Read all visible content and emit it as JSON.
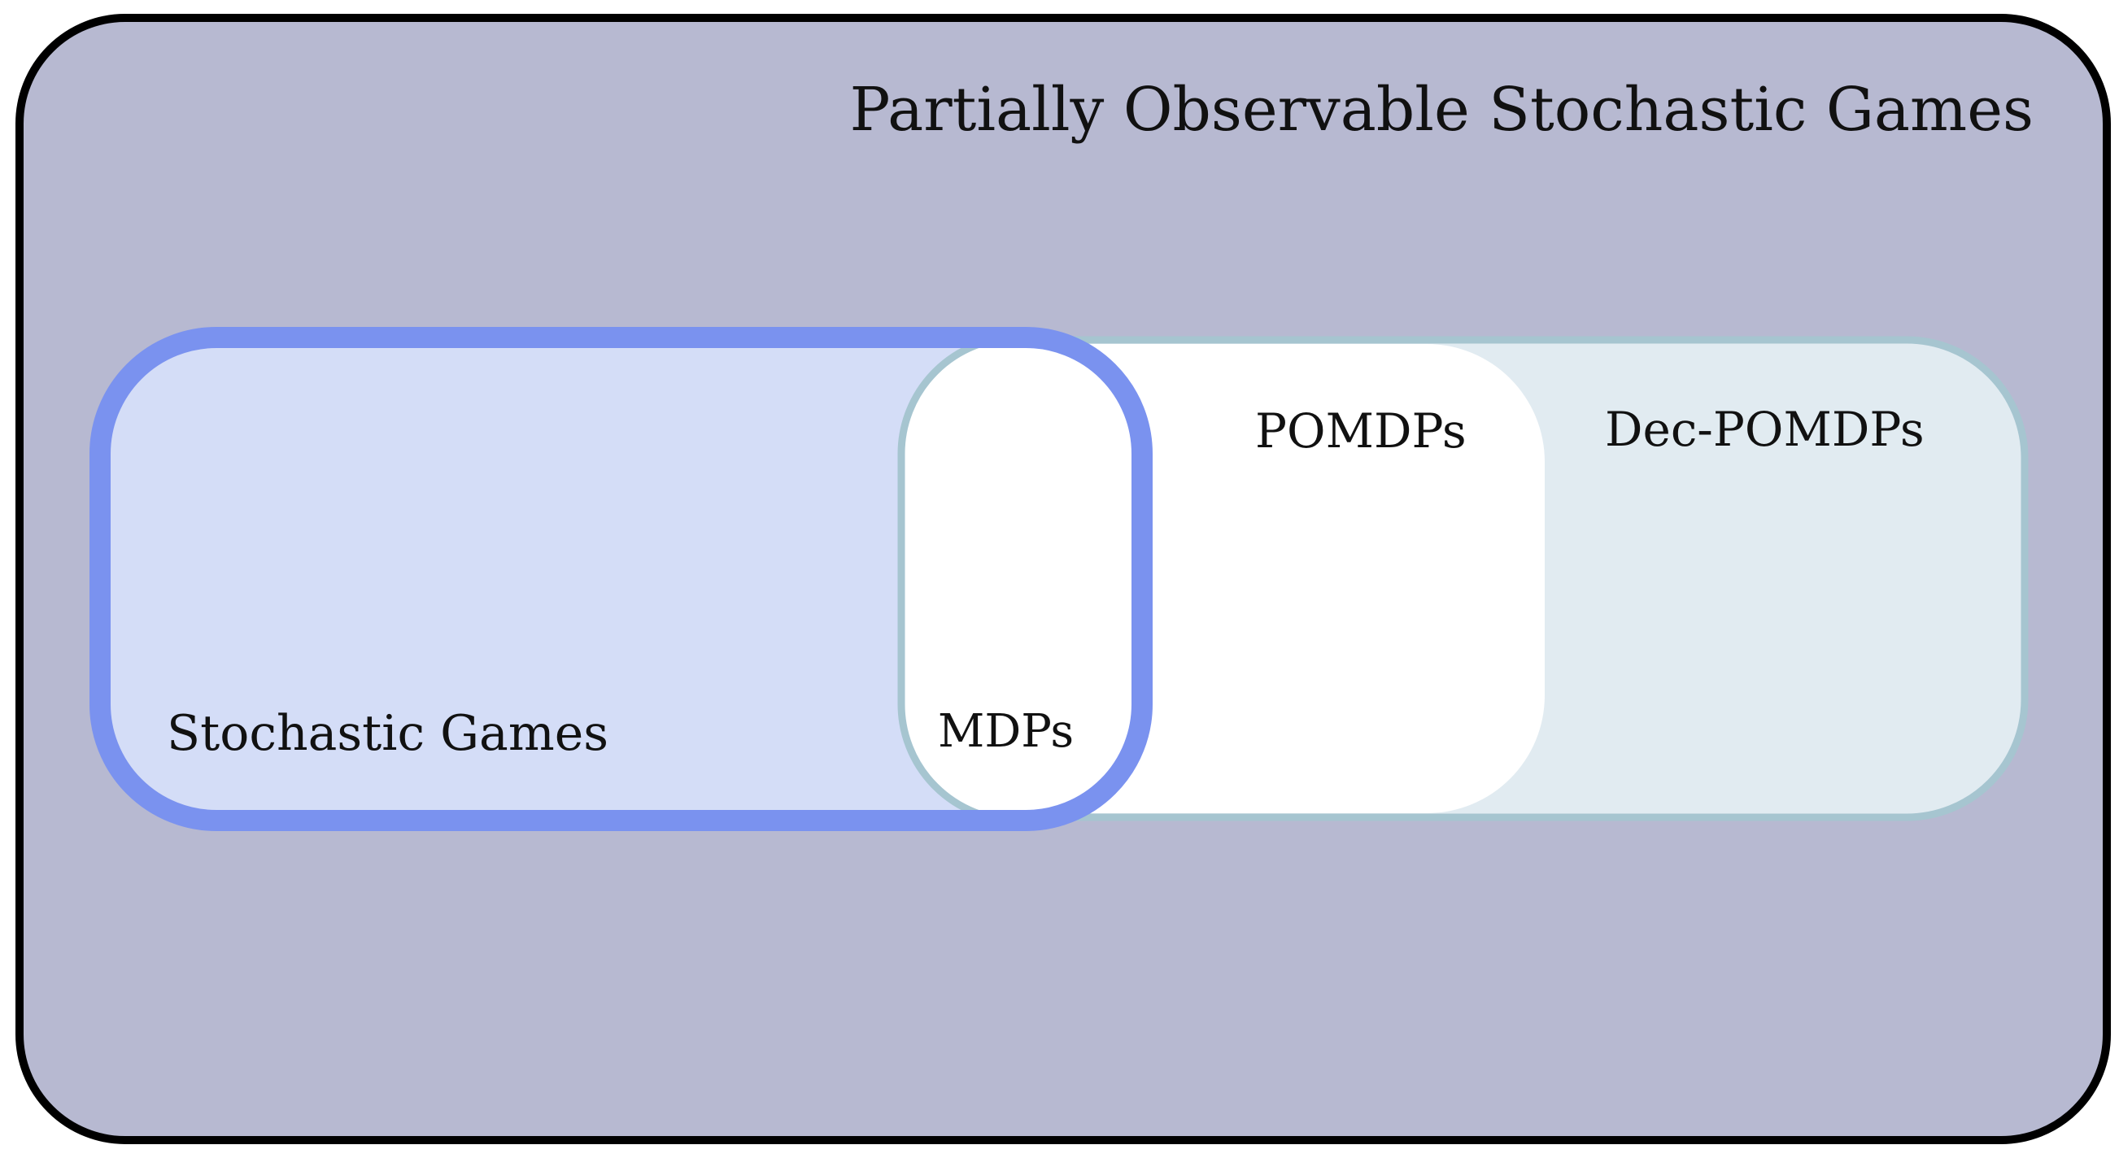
{
  "diagram": {
    "outer_set": {
      "label": "Partially Observable Stochastic Games",
      "fill": "#b7b9d1",
      "stroke": "#000000"
    },
    "stochastic_games": {
      "label": "Stochastic Games",
      "fill": "#d4ddf7",
      "stroke": "#7a92ef"
    },
    "dec_pomdps": {
      "label": "Dec-POMDPs",
      "fill": "#e1ebf1",
      "stroke": "#a6c5d0"
    },
    "pomdps": {
      "label": "POMDPs",
      "fill": "#ffffff"
    },
    "mdps": {
      "label": "MDPs",
      "fill": "#ffffff",
      "stroke": "#a6c5d0"
    }
  }
}
